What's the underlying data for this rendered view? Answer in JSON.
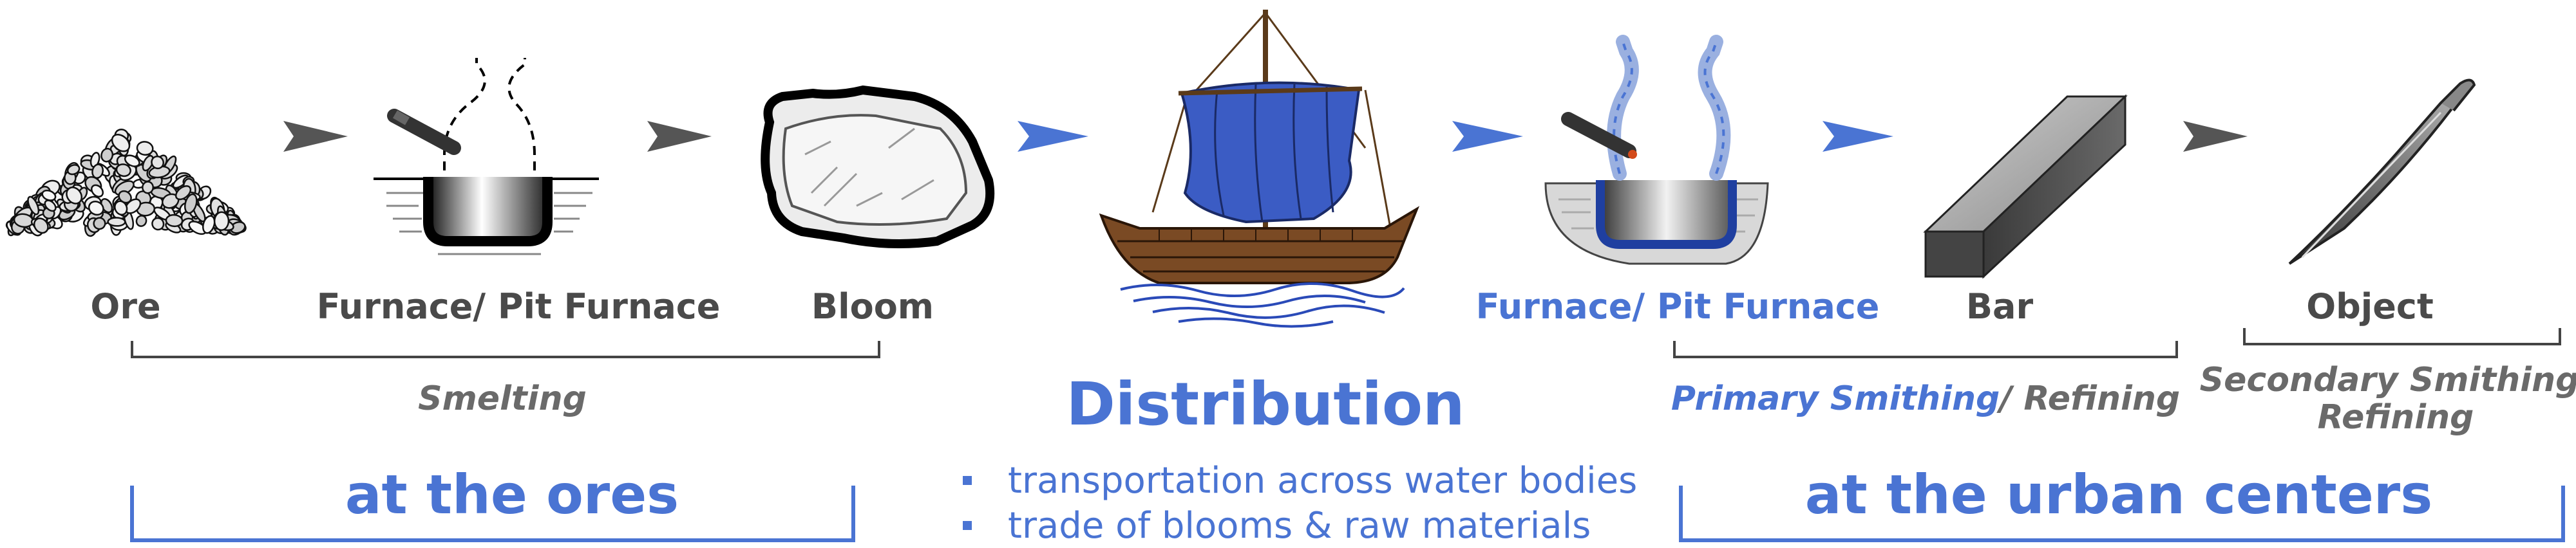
{
  "colors": {
    "accent": "#4a74d3",
    "text_dark": "#4a4a4a",
    "text_gray": "#6a6a6a",
    "arrow_gray": "#555555"
  },
  "stages": [
    {
      "key": "ore",
      "label": "Ore",
      "icon": "ore-pile-icon",
      "highlight": false
    },
    {
      "key": "furnace1",
      "label": "Furnace/ Pit Furnace",
      "icon": "pit-furnace-icon",
      "highlight": false
    },
    {
      "key": "bloom",
      "label": "Bloom",
      "icon": "bloom-icon",
      "highlight": false
    },
    {
      "key": "ship",
      "label": "",
      "icon": "sailing-ship-icon",
      "highlight": true
    },
    {
      "key": "furnace2",
      "label": "Furnace/ Pit Furnace",
      "icon": "pit-furnace-icon",
      "highlight": true
    },
    {
      "key": "bar",
      "label": "Bar",
      "icon": "iron-bar-icon",
      "highlight": false
    },
    {
      "key": "object",
      "label": "Object",
      "icon": "blade-object-icon",
      "highlight": false
    }
  ],
  "processes": {
    "smelting": "Smelting",
    "primary_smithing": "Primary Smithing",
    "refining_suffix": "/ Refining",
    "secondary_line1": "Secondary Smithing/",
    "secondary_line2": "Refining"
  },
  "distribution": {
    "title": "Distribution",
    "bullets": [
      "transportation across water bodies",
      "trade of blooms & raw materials"
    ]
  },
  "locations": {
    "ores": "at the ores",
    "urban": "at the urban centers"
  }
}
